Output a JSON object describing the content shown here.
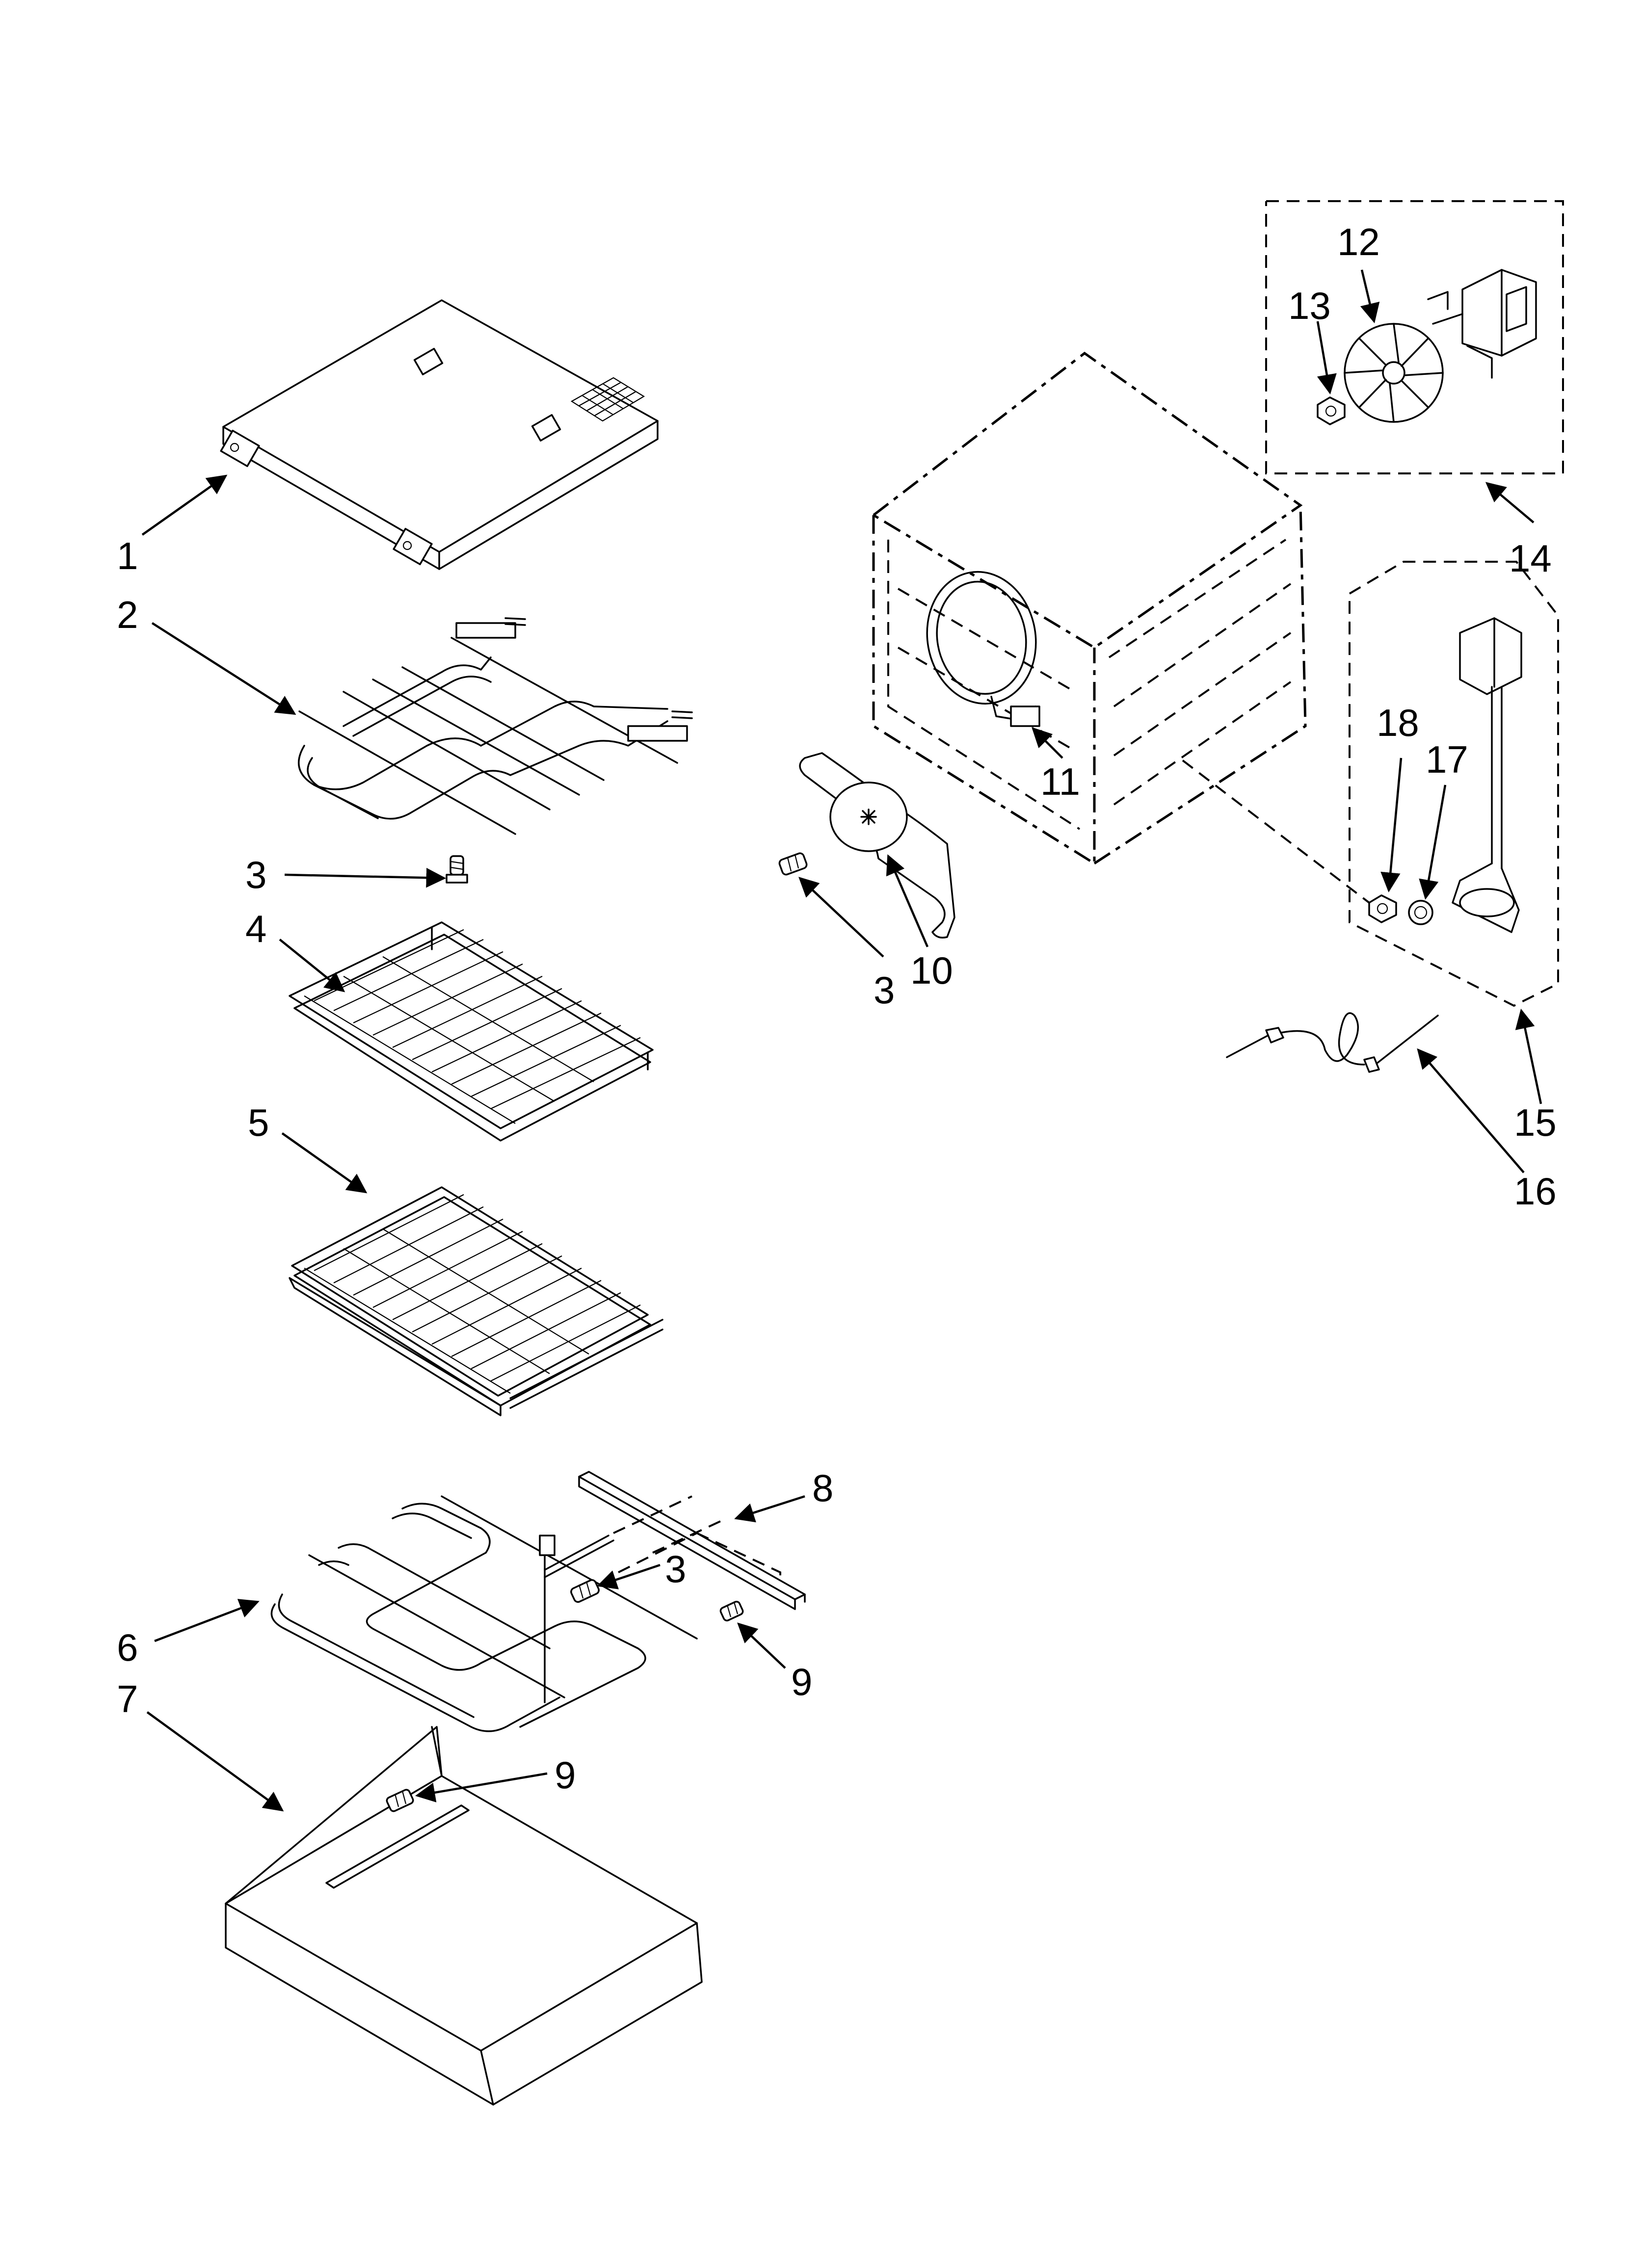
{
  "callouts": {
    "c1": "1",
    "c2": "2",
    "c3a": "3",
    "c4": "4",
    "c5": "5",
    "c3b": "3",
    "c10": "10",
    "c11": "11",
    "c12": "12",
    "c13": "13",
    "c14": "14",
    "c15": "15",
    "c16": "16",
    "c17": "17",
    "c18": "18",
    "c8": "8",
    "c3c": "3",
    "c6": "6",
    "c9a": "9",
    "c7": "7",
    "c9b": "9"
  },
  "parts": [
    {
      "id": "top-panel",
      "callout": "1"
    },
    {
      "id": "broil-element",
      "callout": "2"
    },
    {
      "id": "screw",
      "callout": "3"
    },
    {
      "id": "oven-rack",
      "callout": "4"
    },
    {
      "id": "sliding-rack",
      "callout": "5"
    },
    {
      "id": "bake-element",
      "callout": "6"
    },
    {
      "id": "bottom-cover",
      "callout": "7"
    },
    {
      "id": "bracket",
      "callout": "8"
    },
    {
      "id": "screw-9",
      "callout": "9"
    },
    {
      "id": "fan-cover",
      "callout": "10"
    },
    {
      "id": "convection-element",
      "callout": "11"
    },
    {
      "id": "fan-blade",
      "callout": "12"
    },
    {
      "id": "nut",
      "callout": "13"
    },
    {
      "id": "convection-fan-assembly",
      "callout": "14"
    },
    {
      "id": "rotisserie-assembly",
      "callout": "15"
    },
    {
      "id": "meat-probe",
      "callout": "16"
    },
    {
      "id": "lock-washer",
      "callout": "17"
    },
    {
      "id": "hex-nut",
      "callout": "18"
    }
  ]
}
